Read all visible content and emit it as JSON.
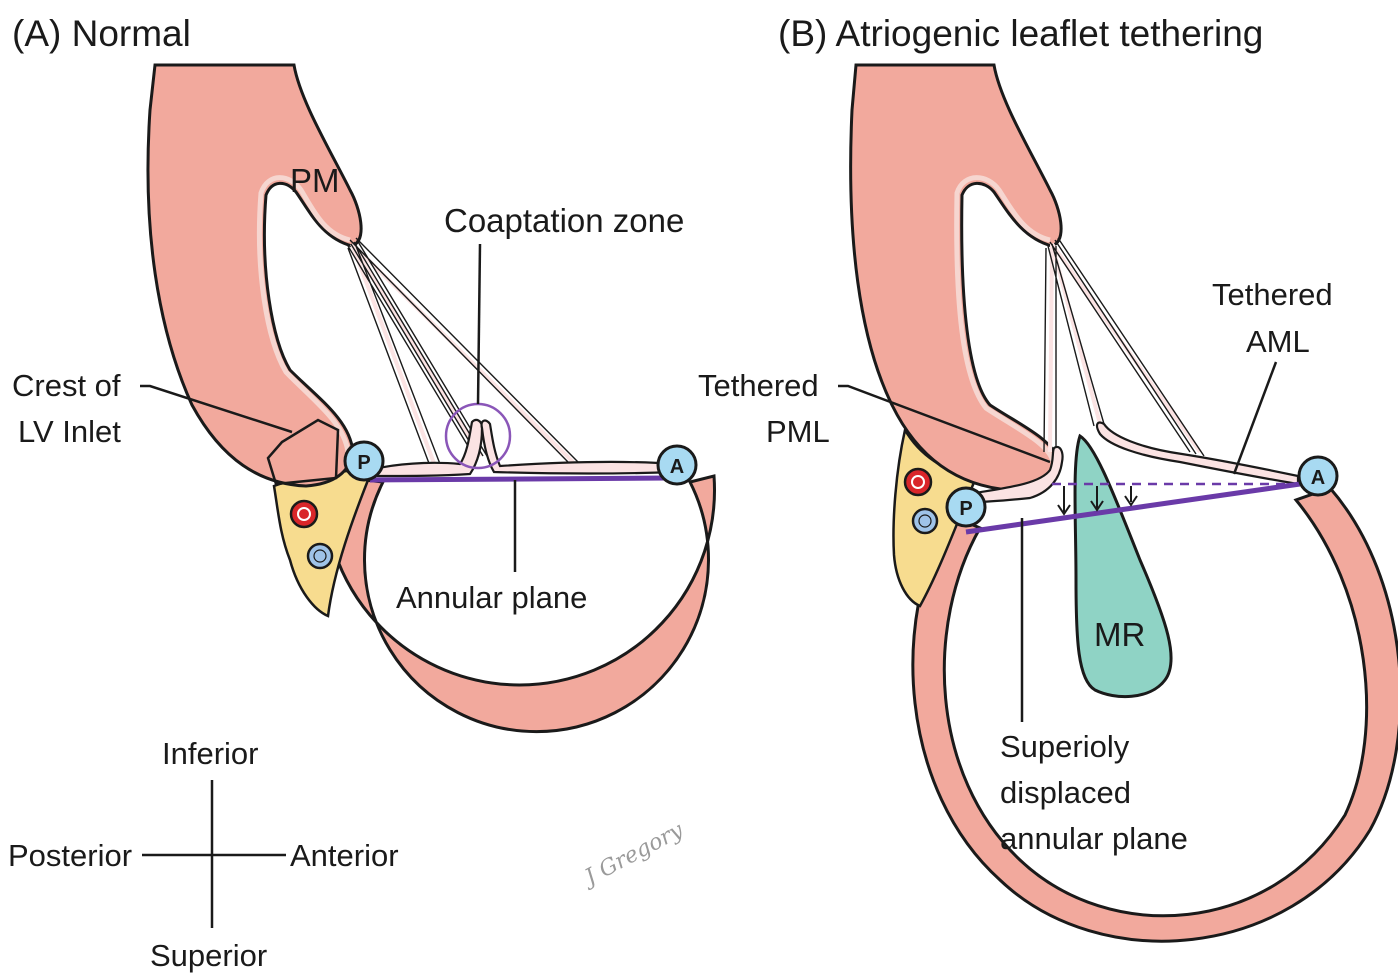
{
  "panel_a": {
    "title": "(A) Normal",
    "labels": {
      "pm": "PM",
      "coaptation": "Coaptation zone",
      "crest_line1": "Crest of",
      "crest_line2": "LV Inlet",
      "annular": "Annular plane"
    },
    "node_p": "P",
    "node_a": "A"
  },
  "panel_b": {
    "title": "(B) Atriogenic leaflet tethering",
    "labels": {
      "tethered_aml_line1": "Tethered",
      "tethered_aml_line2": "AML",
      "tethered_pml_line1": "Tethered",
      "tethered_pml_line2": "PML",
      "mr": "MR",
      "displaced_line1": "Superioly",
      "displaced_line2": "displaced",
      "displaced_line3": "annular plane"
    },
    "node_p": "P",
    "node_a": "A"
  },
  "orientation": {
    "top": "Inferior",
    "bottom": "Superior",
    "left": "Posterior",
    "right": "Anterior"
  },
  "signature": "J Gregory",
  "colors": {
    "myocardium": "#f2a99d",
    "fat": "#f7dc8f",
    "node": "#a8daf2",
    "annular_plane": "#6a3aa8",
    "regurgitant_jet": "#8fd3c5",
    "coronary_artery": "#d9262a",
    "coronary_vein": "#9fc3e8"
  }
}
